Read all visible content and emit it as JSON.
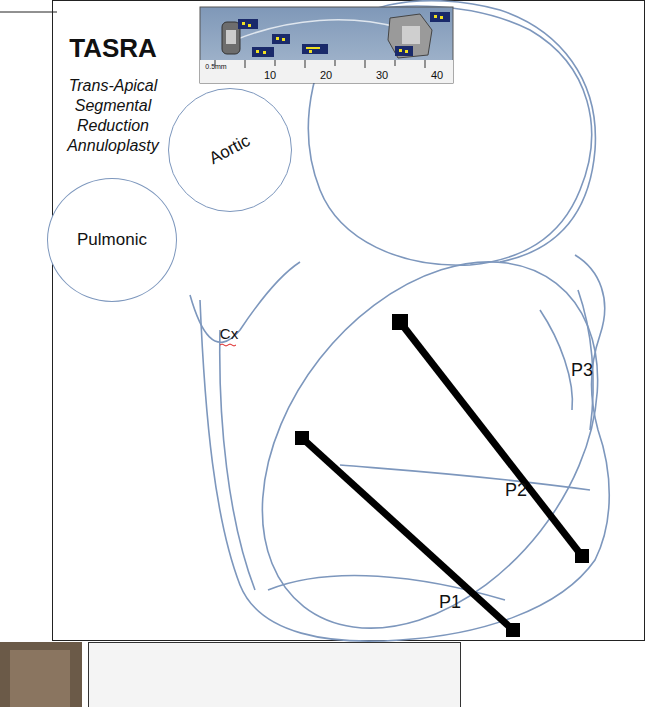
{
  "diagram": {
    "title": "TASRA",
    "nodes": [
      {
        "text": [
          "Aortic"
        ]
      },
      {
        "text": [
          "Pulmonic"
        ]
      }
    ],
    "labels": [
      "Trans-Apical Segmental Reduction Annuloplasty",
      "0.5mm",
      "10",
      "20",
      "30",
      "40",
      "Cx",
      "P3",
      "P2",
      "P1"
    ]
  }
}
